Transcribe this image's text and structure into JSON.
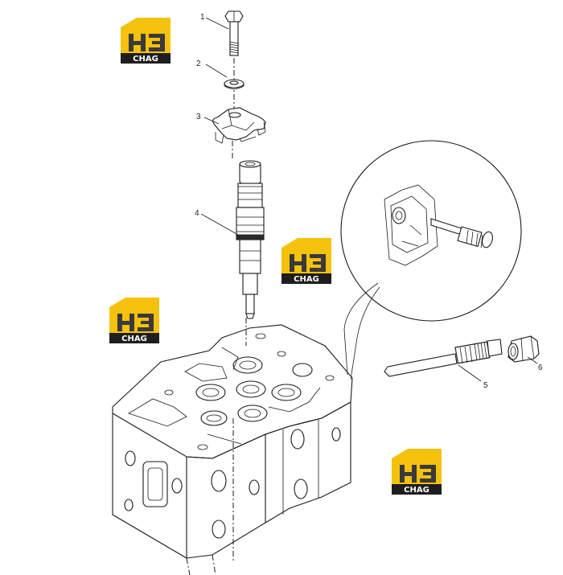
{
  "callouts": [
    {
      "id": "1",
      "label": "1"
    },
    {
      "id": "2",
      "label": "2"
    },
    {
      "id": "3",
      "label": "3"
    },
    {
      "id": "4",
      "label": "4"
    },
    {
      "id": "5",
      "label": "5"
    },
    {
      "id": "6",
      "label": "6"
    }
  ],
  "watermark": {
    "letters": "H3",
    "caption": "CHAG",
    "colors": {
      "yellow": "#f4c20d",
      "dark": "#3a3a3a",
      "caption_bg": "#1e1e1e",
      "caption_fg": "#ffffff"
    }
  },
  "colors": {
    "line": "#1a1a1a",
    "background": "#ffffff"
  }
}
